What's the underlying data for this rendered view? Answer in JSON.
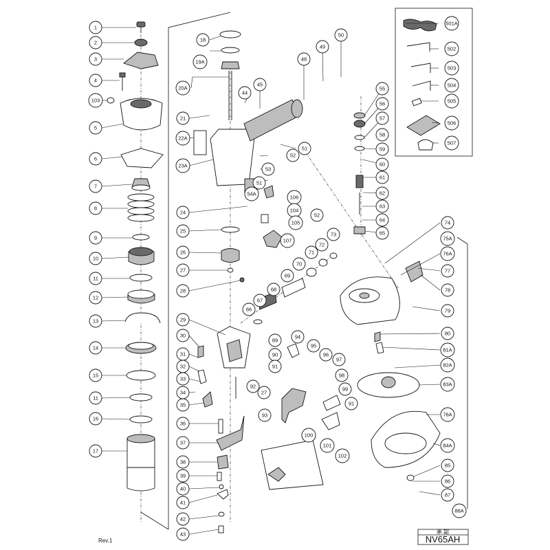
{
  "revision": "Rev.1",
  "model": "NV65AH",
  "stamp": "承 認",
  "callouts": [
    "1",
    "2",
    "3",
    "4",
    "103",
    "5",
    "6",
    "7",
    "8",
    "9",
    "10",
    "11",
    "12",
    "13",
    "14",
    "15",
    "11",
    "16",
    "17",
    "18",
    "19A",
    "20A",
    "21",
    "22A",
    "23A",
    "24",
    "25",
    "26",
    "27",
    "28",
    "29",
    "30",
    "31",
    "32",
    "33",
    "34",
    "35",
    "36",
    "37",
    "38",
    "39",
    "40",
    "41",
    "42",
    "43",
    "44",
    "45",
    "48",
    "49",
    "50",
    "51",
    "51",
    "52",
    "53",
    "54A",
    "106",
    "104",
    "105",
    "107",
    "52",
    "55",
    "56",
    "57",
    "58",
    "59",
    "60",
    "61",
    "62",
    "63",
    "64",
    "65",
    "66",
    "67",
    "68",
    "69",
    "70",
    "71",
    "72",
    "73",
    "89",
    "90",
    "91",
    "92",
    "94",
    "95",
    "96",
    "97",
    "98",
    "27",
    "99",
    "91",
    "93",
    "100",
    "101",
    "102",
    "74",
    "75A",
    "76A",
    "77",
    "78",
    "79",
    "80",
    "81A",
    "82A",
    "83A",
    "76A",
    "84A",
    "85",
    "86",
    "87",
    "88A",
    "501A",
    "502",
    "503",
    "504",
    "505",
    "506",
    "507"
  ]
}
